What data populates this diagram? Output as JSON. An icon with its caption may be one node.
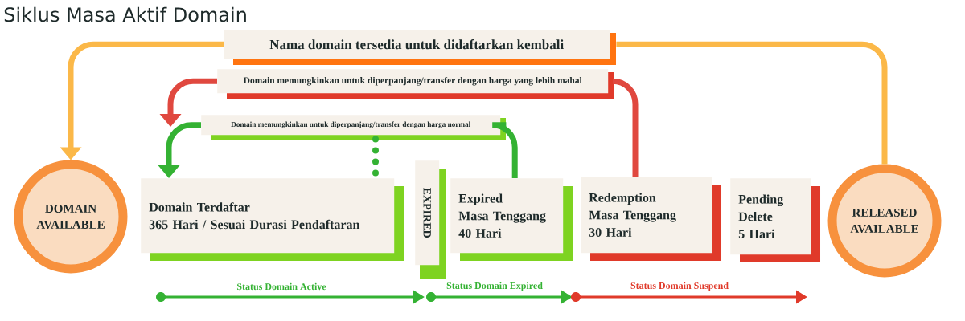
{
  "diagram": {
    "title": "Siklus Masa Aktif Domain",
    "nodes": [
      {
        "text": [
          "DOMAIN AVAILABLE"
        ]
      },
      {
        "text": [
          "Nama domain tersedia untuk didaftarkan kembali"
        ]
      },
      {
        "text": [
          "Domain memungkinkan untuk diperpanjang/transfer dengan harga yang lebih mahal"
        ]
      },
      {
        "text": [
          "Domain memungkinkan untuk diperpanjang/transfer dengan harga normal"
        ]
      },
      {
        "text": [
          "Domain Terdaftar",
          "365 Hari / Sesuai Durasi Pendaftaran"
        ]
      },
      {
        "text": [
          "EXPIRED"
        ]
      },
      {
        "text": [
          "Expired",
          "Masa Tenggang",
          "40 Hari"
        ]
      },
      {
        "text": [
          "Redemption",
          "Masa Tenggang",
          "30 Hari"
        ]
      },
      {
        "text": [
          "Pending",
          "Delete",
          "5 Hari"
        ]
      },
      {
        "text": [
          "RELEASED AVAILABLE"
        ]
      }
    ],
    "edges": [
      {
        "from": 9,
        "to": 1,
        "arrow": "none",
        "color": "#fbb848"
      },
      {
        "from": 1,
        "to": 0,
        "arrow": "to",
        "color": "#fbb848"
      },
      {
        "from": 7,
        "to": 2,
        "arrow": "none",
        "color": "#e0483f"
      },
      {
        "from": 2,
        "to": null,
        "arrow": "to",
        "color": "#e0483f"
      },
      {
        "from": 6,
        "to": 3,
        "arrow": "none",
        "color": "#34b233"
      },
      {
        "from": 3,
        "to": 4,
        "arrow": "to",
        "color": "#34b233"
      },
      {
        "from": 3,
        "to": 4,
        "arrow": "none",
        "style": "dashed",
        "color": "#34b233"
      }
    ],
    "labels": [
      "Status Domain Active",
      "Status Domain Expired",
      "Status Domain Suspend"
    ]
  }
}
